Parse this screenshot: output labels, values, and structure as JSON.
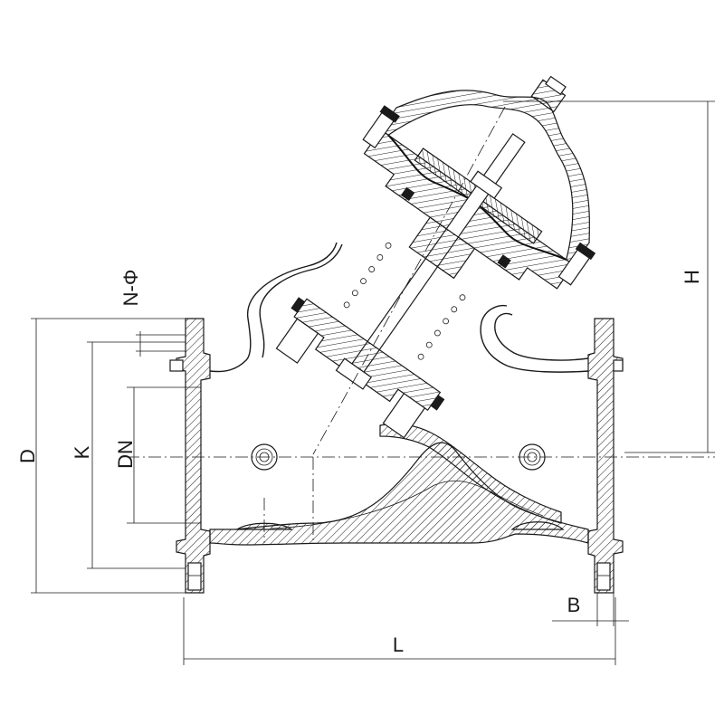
{
  "diagram": {
    "dimension_labels": {
      "d": "D",
      "k": "K",
      "dn": "DN",
      "n_phi": "N-Φ",
      "h": "H",
      "b": "B",
      "l": "L"
    }
  }
}
